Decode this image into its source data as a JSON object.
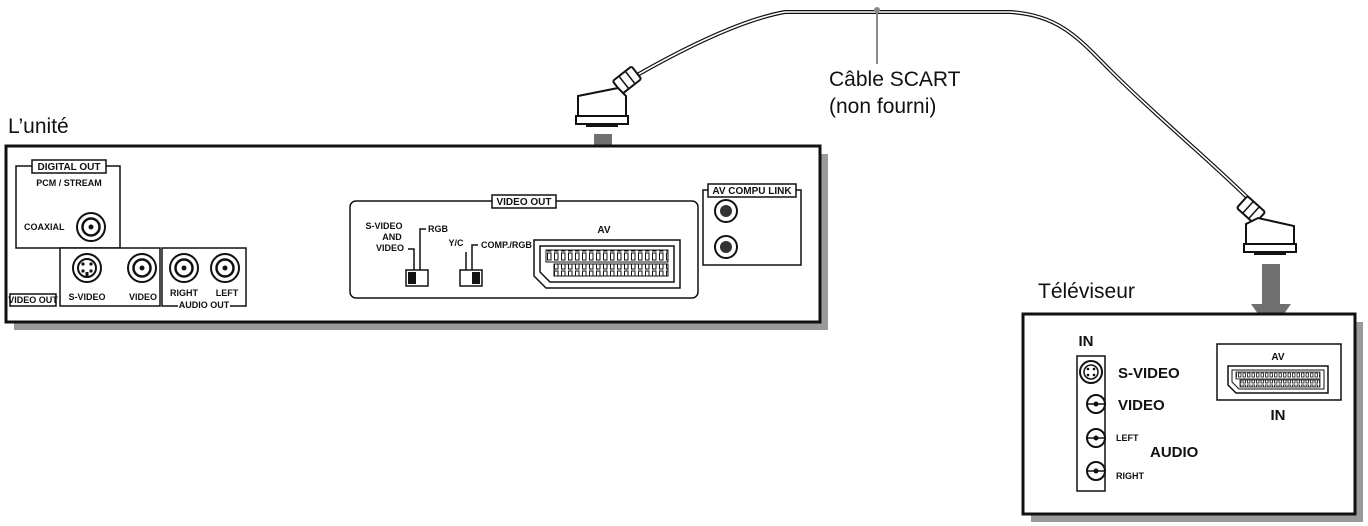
{
  "unit": {
    "caption": "L’unité",
    "digital_out": "DIGITAL OUT",
    "pcm_stream": "PCM / STREAM",
    "coaxial": "COAXIAL",
    "video_out_side": "VIDEO OUT",
    "s_video": "S-VIDEO",
    "video": "VIDEO",
    "right": "RIGHT",
    "left": "LEFT",
    "audio_out": "AUDIO OUT",
    "video_out_panel": "VIDEO OUT",
    "sw_s_video": "S-VIDEO",
    "sw_and": "AND",
    "sw_video": "VIDEO",
    "sw_rgb": "RGB",
    "sw_yc": "Y/C",
    "sw_comp_rgb": "COMP./RGB",
    "av": "AV",
    "av_compu_link": "AV COMPU LINK"
  },
  "cable": {
    "label_line1": "Câble SCART",
    "label_line2": "(non fourni)"
  },
  "tv": {
    "caption": "Téléviseur",
    "in_header": "IN",
    "s_video": "S-VIDEO",
    "video": "VIDEO",
    "left": "LEFT",
    "audio": "AUDIO",
    "right": "RIGHT",
    "av": "AV",
    "av_in": "IN"
  },
  "colors": {
    "line": "#111111",
    "arrow": "#707070",
    "shadow": "#9a9a9a",
    "leader": "#8a8a8a"
  }
}
